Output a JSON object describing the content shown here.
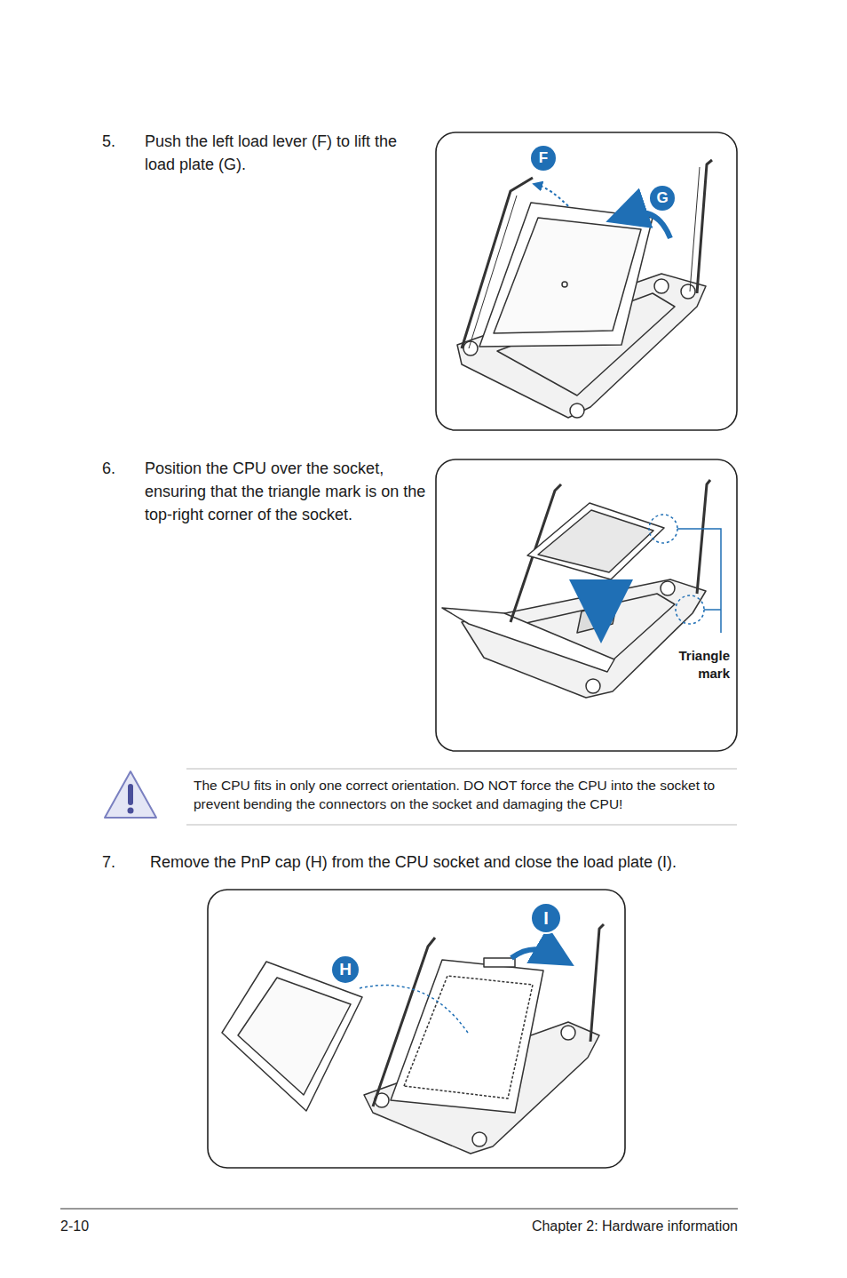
{
  "diagram": {
    "nodes": [
      {
        "text": [
          "F"
        ]
      },
      {
        "text": [
          "G"
        ]
      },
      {
        "text": [
          "I"
        ]
      },
      {
        "text": [
          "H"
        ]
      }
    ],
    "labels": [
      "5.",
      "Push the left load lever (F) to lift the load plate (G).",
      "6.",
      "Position the CPU over the socket, ensuring that the triangle mark is on the top-right corner of the socket.",
      "Triangle mark",
      "The CPU fits in only one correct orientation. DO NOT force the CPU into the socket to prevent bending the connectors on the socket and damaging the CPU!",
      "7.",
      "Remove the PnP cap (H) from the CPU socket and close the load plate (I).",
      "2-10",
      "Chapter 2: Hardware information"
    ]
  }
}
